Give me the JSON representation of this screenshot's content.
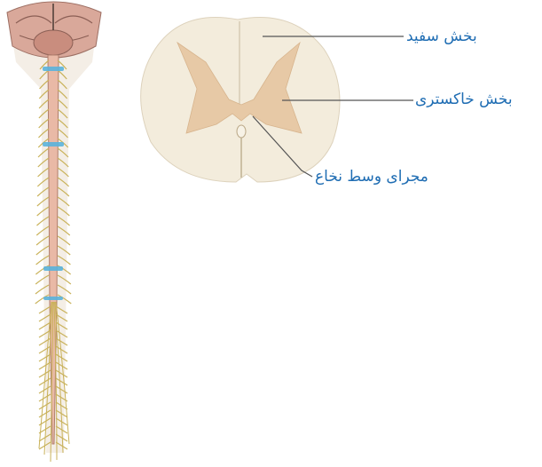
{
  "labels": {
    "white_matter": "بخش سفید",
    "grey_matter": "بخش خاکستری",
    "central_canal": "مجرای وسط نخاع"
  },
  "colors": {
    "label_text": "#1f6db3",
    "leader_line": "#555555",
    "cross_section_fill": "#f3ecdc",
    "grey_matter_fill": "#e7c9a6",
    "cord_pink": "#e9b9a6",
    "nerve_yellow": "#c9b25a",
    "ring_blue": "#5bb3dc",
    "brain_pink": "#d9a89a"
  }
}
